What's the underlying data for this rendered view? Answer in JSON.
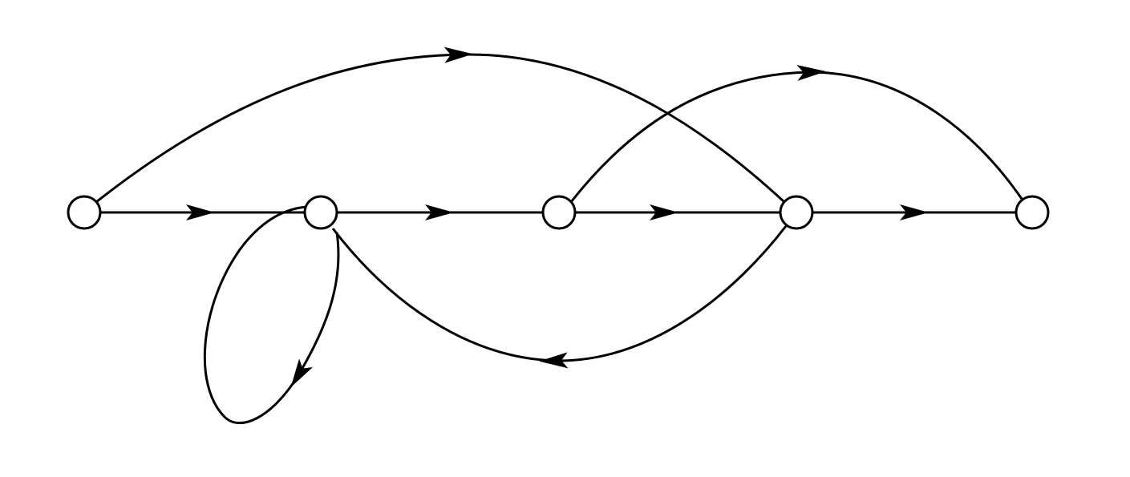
{
  "diagram": {
    "type": "signal-flow-graph",
    "node_count": 5,
    "edges": [
      [
        0,
        1
      ],
      [
        1,
        2
      ],
      [
        2,
        3
      ],
      [
        3,
        4
      ],
      [
        0,
        3
      ],
      [
        2,
        4
      ],
      [
        3,
        1
      ],
      [
        1,
        1
      ]
    ],
    "colors": {
      "stroke": "#000000",
      "node_fill": "#ffffff",
      "background": "#ffffff"
    }
  }
}
